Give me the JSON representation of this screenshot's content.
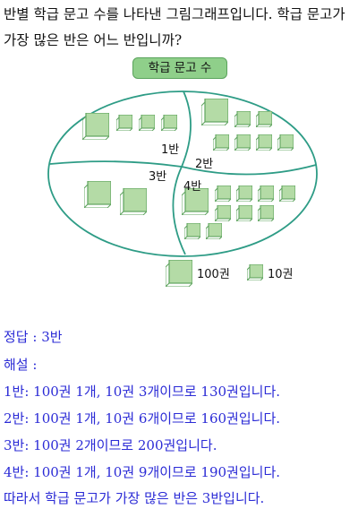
{
  "question": "반별 학급 문고 수를 나타낸 그림그래프입니다. 학급 문고가 가장 많은 반은 어느 반입니까?",
  "graph": {
    "title": "학급 문고 수",
    "sections": [
      {
        "label": "1반",
        "big": 1,
        "small": 3
      },
      {
        "label": "2반",
        "big": 1,
        "small": 6
      },
      {
        "label": "3반",
        "big": 2,
        "small": 0
      },
      {
        "label": "4반",
        "big": 1,
        "small": 9
      }
    ],
    "legend": {
      "big": "100권",
      "small": "10권"
    },
    "colors": {
      "book_face": "#b4dba6",
      "book_edge": "#5fa45f",
      "outline": "#2e9c86",
      "badge": "#8fcf8a"
    }
  },
  "solution": {
    "answer": "정답 : 3반",
    "heading": "해설 :",
    "lines": [
      "1반: 100권 1개, 10권 3개이므로 130권입니다.",
      "2반: 100권 1개, 10권 6개이므로 160권입니다.",
      "3반: 100권 2개이므로 200권입니다.",
      "4반: 100권 1개, 10권 9개이므로 190권입니다.",
      "따라서 학급 문고가 가장 많은 반은 3반입니다."
    ]
  }
}
